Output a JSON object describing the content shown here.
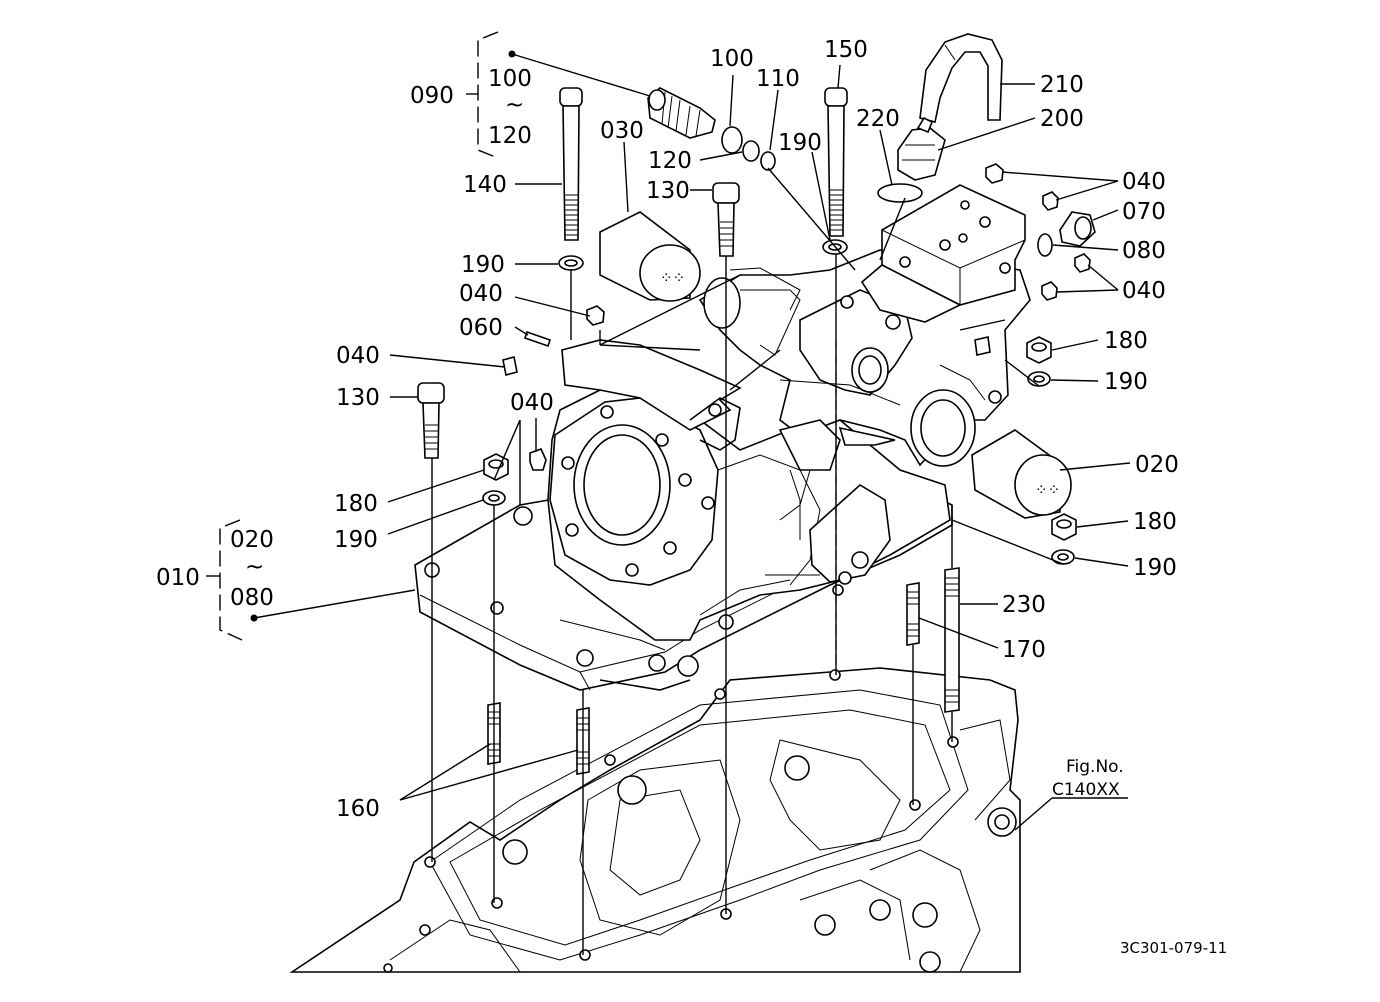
{
  "figure": {
    "fig_label": "Fig.No.",
    "fig_number": "C140XX",
    "drawing_code": "3C301-079-11"
  },
  "groups": {
    "g090": {
      "label": "090",
      "from": "100",
      "tilde": "~",
      "to": "120"
    },
    "g010": {
      "label": "010",
      "from": "020",
      "tilde": "~",
      "to": "080"
    }
  },
  "callouts": {
    "c100": "100",
    "c110": "110",
    "c150": "150",
    "c210": "210",
    "c200": "200",
    "c030": "030",
    "c220": "220",
    "c120": "120",
    "c190_top": "190",
    "c140": "140",
    "c130_top": "130",
    "c040_r1": "040",
    "c070": "070",
    "c080": "080",
    "c040_r2": "040",
    "c190_l1": "190",
    "c040_l1": "040",
    "c060": "060",
    "c040_l2": "040",
    "c180_r1": "180",
    "c190_r1": "190",
    "c130_l": "130",
    "c040_mid": "040",
    "c020": "020",
    "c180_l": "180",
    "c190_l2": "190",
    "c180_r2": "180",
    "c190_r2": "190",
    "c230": "230",
    "c170": "170",
    "c160": "160"
  }
}
